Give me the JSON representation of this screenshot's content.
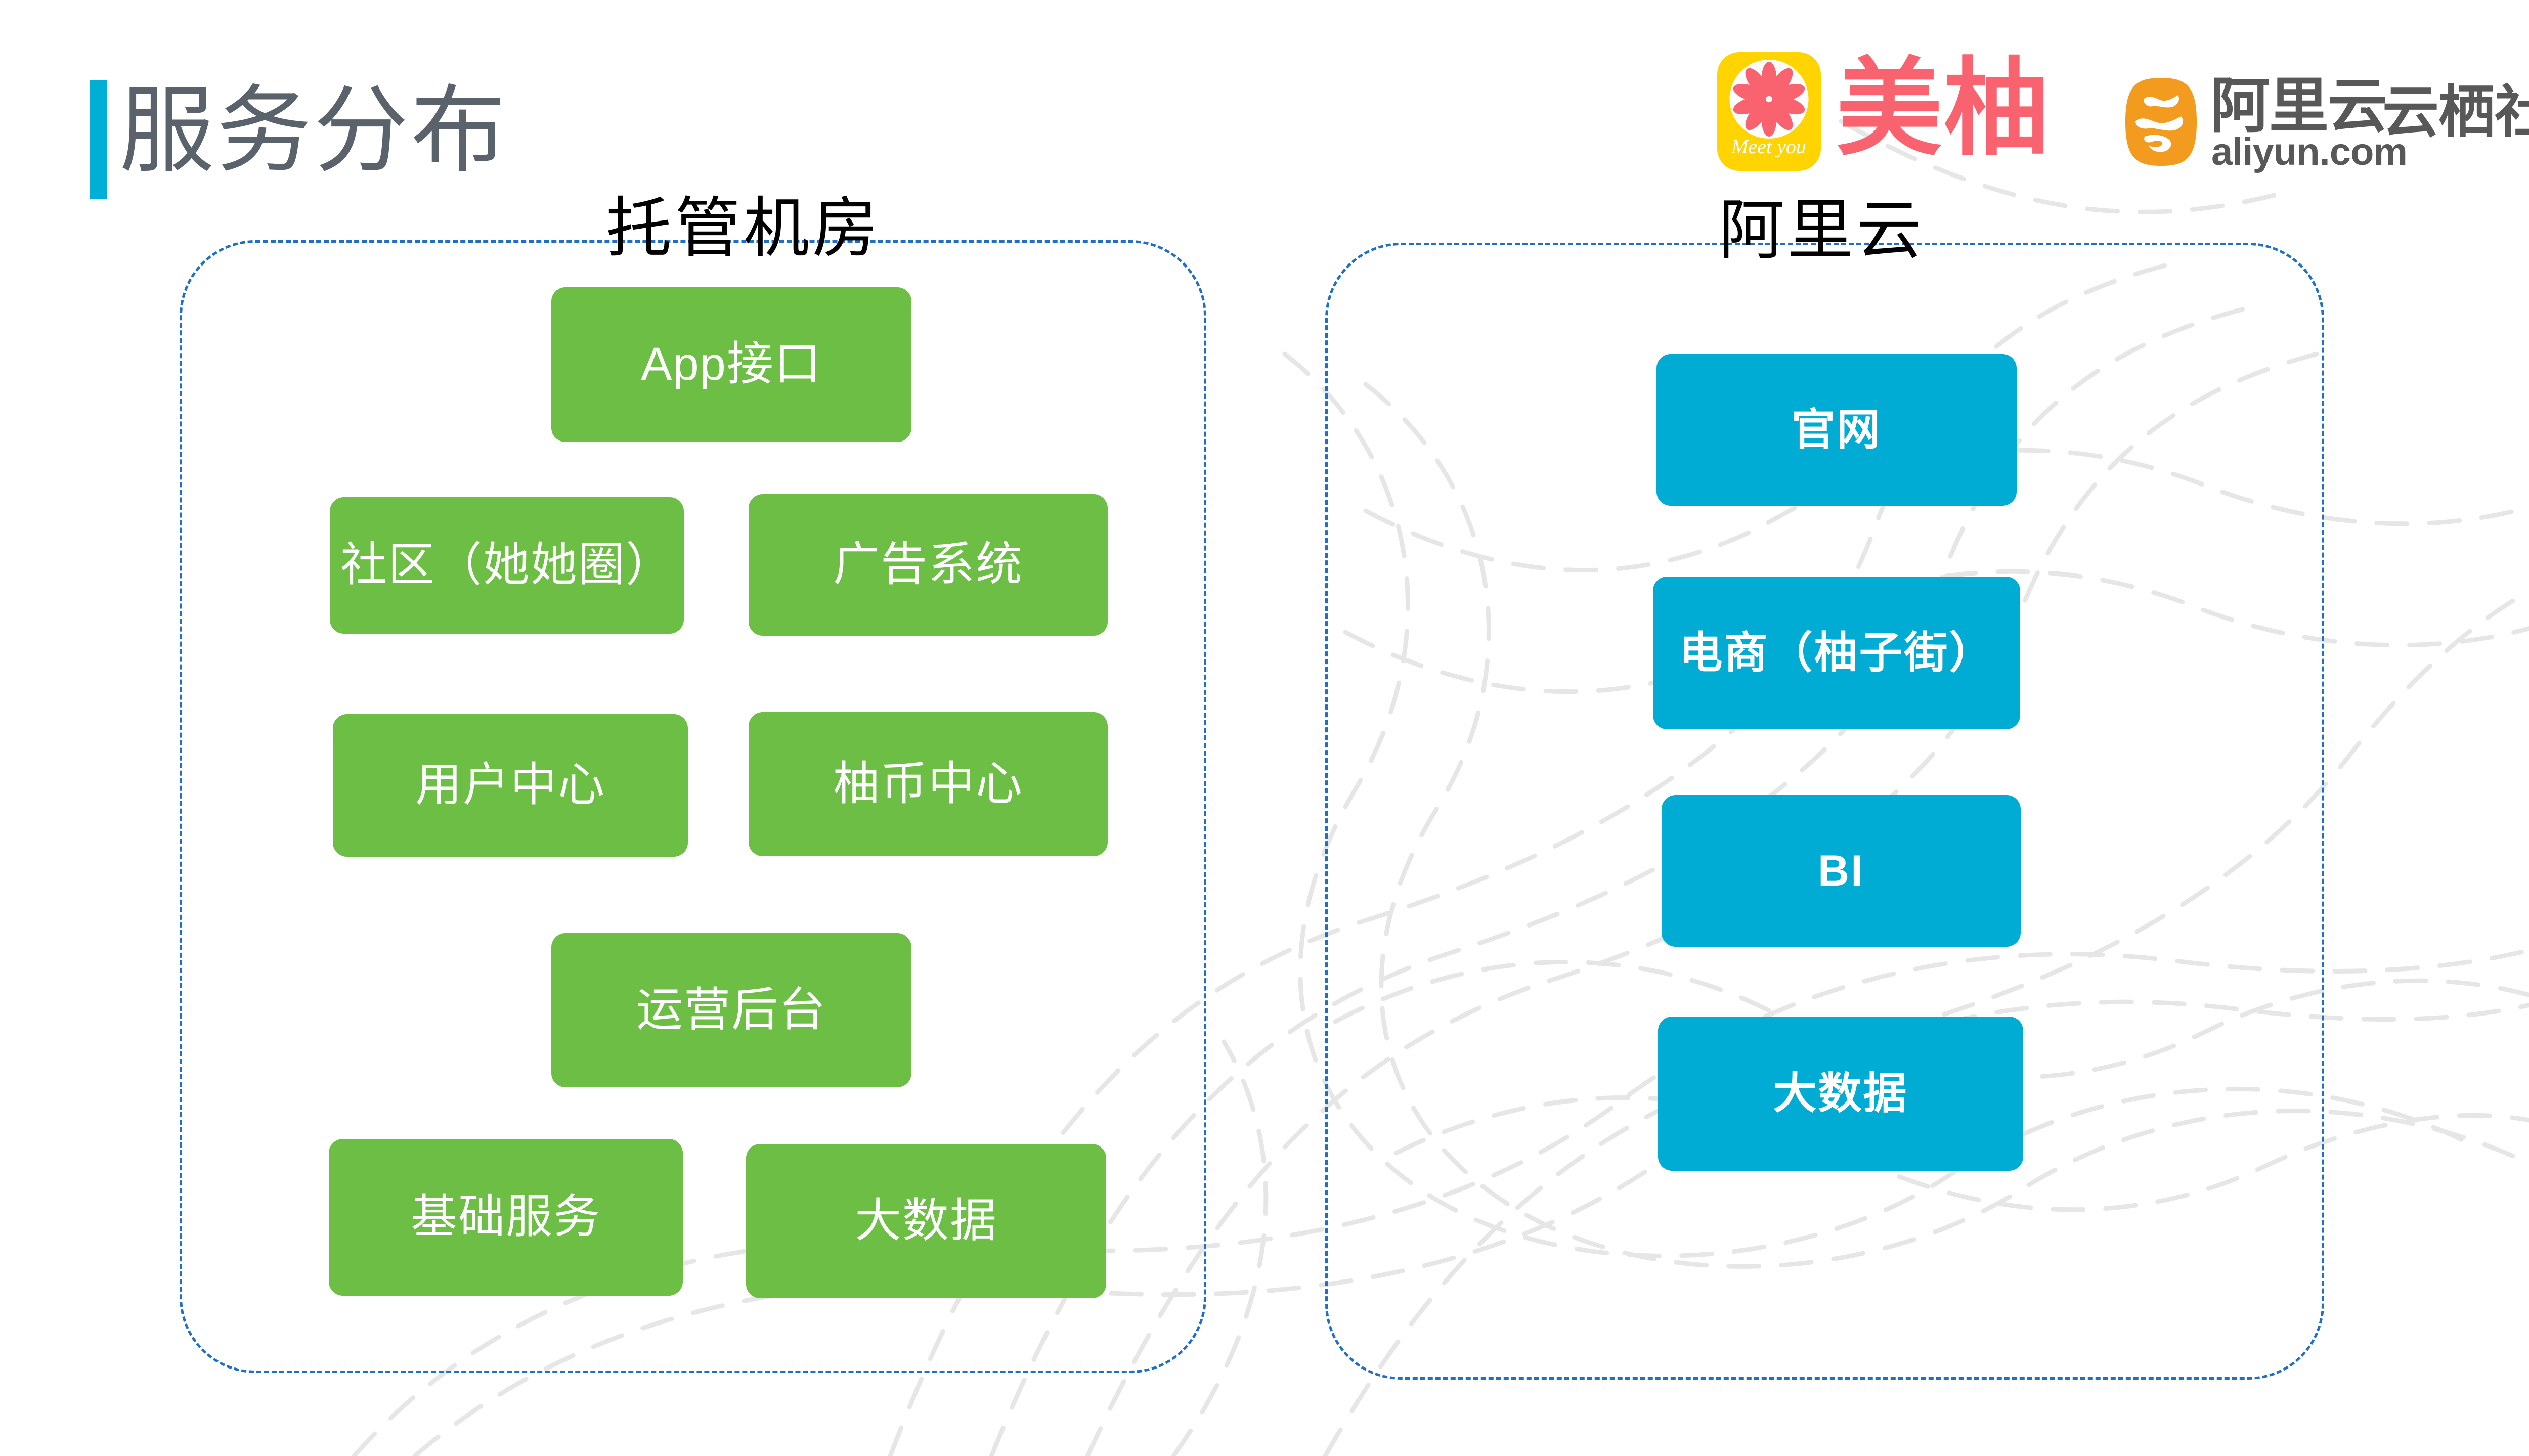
{
  "slide": {
    "title": "服务分布",
    "accent_bar_color": "#00AFD5",
    "title_color": "#5A636B",
    "background_color": "#FFFFFF"
  },
  "branding": {
    "meiyou": {
      "icon_name": "pomelo-slice-icon",
      "icon_tagline": "Meet you",
      "wordmark": "美柚",
      "icon_bg_color": "#FFD400",
      "wordmark_color": "#F9636F"
    },
    "aliyun": {
      "icon_name": "aliyun-cloud-icon",
      "wordmark_cn": "阿里云",
      "wordmark_domain": "aliyun.com",
      "separator": "·",
      "partner": "云栖社区",
      "icon_bg_color": "#F29B1F",
      "text_color": "#585858"
    }
  },
  "panels": [
    {
      "id": "hosted",
      "label": "托管机房",
      "border_color": "#1F6FC4",
      "border_style": "dashed",
      "node_color": "#6CBE45",
      "nodes": [
        {
          "label": "App接口"
        },
        {
          "label": "社区（她她圈）"
        },
        {
          "label": "广告系统"
        },
        {
          "label": "用户中心"
        },
        {
          "label": "柚币中心"
        },
        {
          "label": "运营后台"
        },
        {
          "label": "基础服务"
        },
        {
          "label": "大数据"
        }
      ]
    },
    {
      "id": "aliyun",
      "label": "阿里云",
      "border_color": "#1F6FC4",
      "border_style": "dashed",
      "node_color": "#00ACD4",
      "nodes": [
        {
          "label": "官网"
        },
        {
          "label": "电商（柚子街）"
        },
        {
          "label": "BI"
        },
        {
          "label": "大数据"
        }
      ]
    }
  ]
}
